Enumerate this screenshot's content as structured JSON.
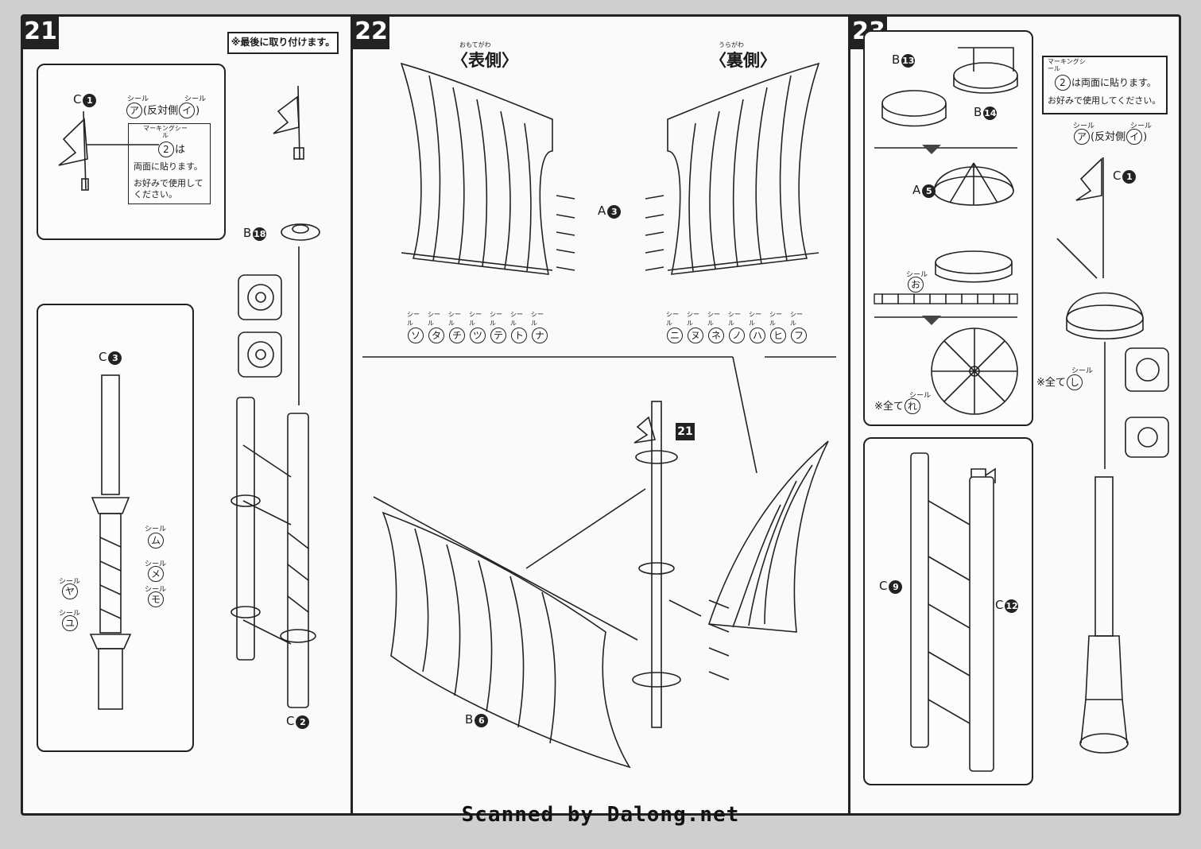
{
  "steps": {
    "s21": "21",
    "s22": "22",
    "s23": "23"
  },
  "step21": {
    "top_note": "※最後に取り付けます。",
    "flag_part": "C",
    "flag_part_no": "1",
    "seal_label": "シール",
    "seal_a": "ア",
    "opposite_side": "反対側",
    "seal_i": "イ",
    "marking_seal": "マーキングシール",
    "marking_no": "2",
    "marking_ha": "は",
    "both_sides": "両面に貼ります。",
    "as_you_like": "お好みで使用してください。",
    "disc_part": "B",
    "disc_part_no": "18",
    "mast_part": "C",
    "mast_part_no": "3",
    "seal_mu": "ム",
    "seal_me": "メ",
    "seal_mo": "モ",
    "seal_ya": "ヤ",
    "seal_yu": "ユ",
    "pole_part": "C",
    "pole_part_no": "2"
  },
  "step22": {
    "front_title": "〈表側〉",
    "back_title": "〈裏側〉",
    "front_reading": "おもてがわ",
    "back_reading": "うらがわ",
    "sail_part": "A",
    "sail_part_no": "3",
    "front_seals": [
      "ソ",
      "タ",
      "チ",
      "ツ",
      "テ",
      "ト",
      "ナ"
    ],
    "back_seals": [
      "ニ",
      "ヌ",
      "ネ",
      "ノ",
      "ハ",
      "ヒ",
      "フ"
    ],
    "seal_label": "シール",
    "ref_step": "21",
    "sail_b_part": "B",
    "sail_b_part_no": "6"
  },
  "step23": {
    "b13": "B",
    "b13_no": "13",
    "b14": "B",
    "b14_no": "14",
    "a5": "A",
    "a5_no": "5",
    "seal_label": "シール",
    "seal_o": "お",
    "all": "※全て",
    "seal_re": "れ",
    "seal_shi": "し",
    "marking_seal": "マーキングシール",
    "marking_no": "2",
    "marking_ha": "は両面に貼ります。",
    "as_you_like": "お好みで使用してください。",
    "seal_a": "ア",
    "opposite_side": "反対側",
    "seal_i": "イ",
    "flag_part": "C",
    "flag_part_no": "1",
    "c9": "C",
    "c9_no": "9",
    "c12": "C",
    "c12_no": "12"
  },
  "footer": "Scanned by Dalong.net"
}
